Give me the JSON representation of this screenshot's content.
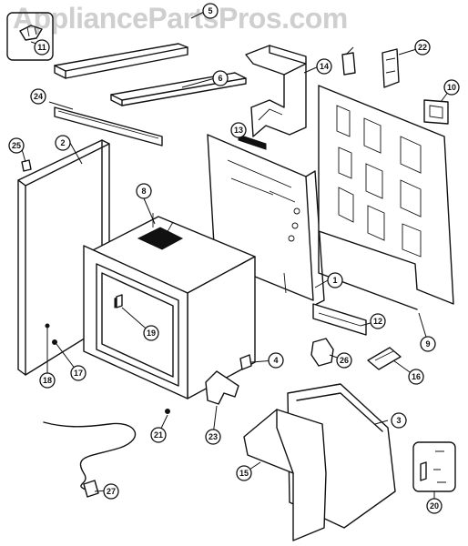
{
  "watermark": "AppliancePartsPros.com",
  "callouts": [
    {
      "id": "c1",
      "label": "1"
    },
    {
      "id": "c2",
      "label": "2"
    },
    {
      "id": "c3",
      "label": "3"
    },
    {
      "id": "c4",
      "label": "4"
    },
    {
      "id": "c5",
      "label": "5"
    },
    {
      "id": "c6",
      "label": "6"
    },
    {
      "id": "c8",
      "label": "8"
    },
    {
      "id": "c9",
      "label": "9"
    },
    {
      "id": "c10",
      "label": "10"
    },
    {
      "id": "c11",
      "label": "11"
    },
    {
      "id": "c12",
      "label": "12"
    },
    {
      "id": "c13",
      "label": "13"
    },
    {
      "id": "c14",
      "label": "14"
    },
    {
      "id": "c15",
      "label": "15"
    },
    {
      "id": "c16",
      "label": "16"
    },
    {
      "id": "c17",
      "label": "17"
    },
    {
      "id": "c18",
      "label": "18"
    },
    {
      "id": "c19",
      "label": "19"
    },
    {
      "id": "c20",
      "label": "20"
    },
    {
      "id": "c21",
      "label": "21"
    },
    {
      "id": "c22",
      "label": "22"
    },
    {
      "id": "c23",
      "label": "23"
    },
    {
      "id": "c24",
      "label": "24"
    },
    {
      "id": "c25",
      "label": "25"
    },
    {
      "id": "c26",
      "label": "26"
    },
    {
      "id": "c27",
      "label": "27"
    }
  ]
}
